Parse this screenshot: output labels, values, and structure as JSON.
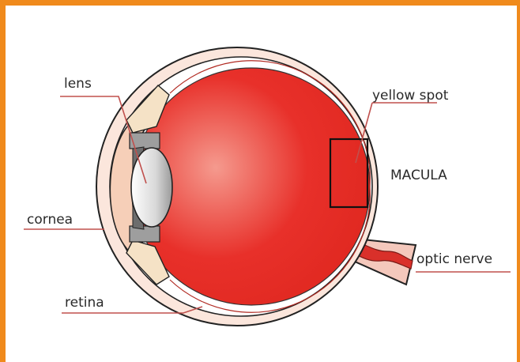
{
  "labels": {
    "lens": "lens",
    "cornea": "cornea",
    "retina": "retina",
    "yellow_spot": "yellow spot",
    "macula": "MACULA",
    "optic_nerve": "optic nerve"
  },
  "colors": {
    "frame_border": "#f08a1c",
    "eyeball": "#e8302a",
    "eyeball_highlight": "#f59a8e",
    "sclera": "#fbe6dc",
    "cornea_fill": "#f6cfb8",
    "leader_line": "#c0504d",
    "outline": "#222222"
  }
}
